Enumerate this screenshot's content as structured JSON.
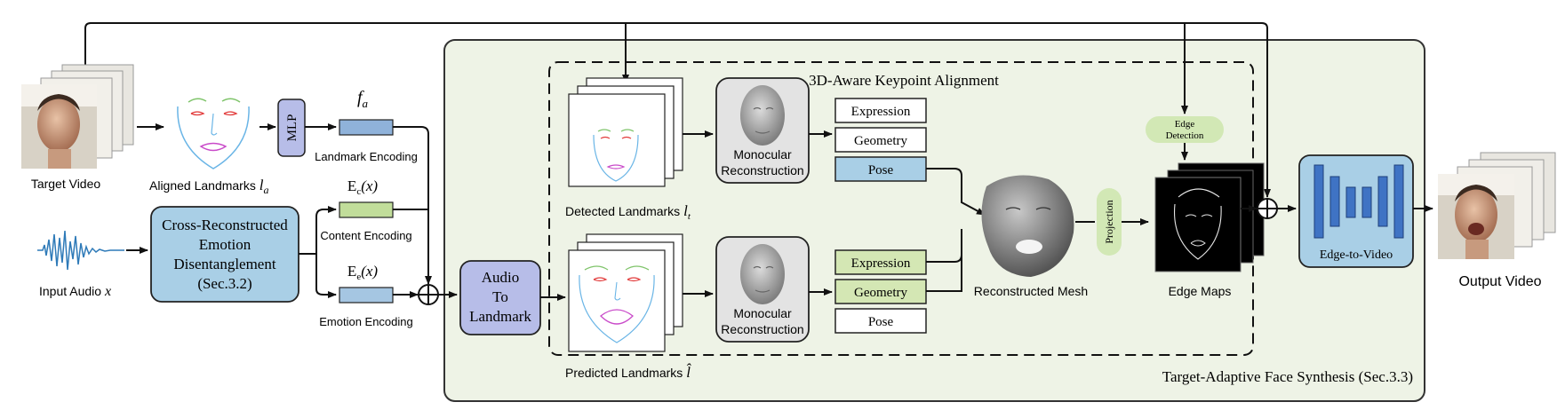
{
  "labels": {
    "target_video": "Target Video",
    "input_audio": "Input Audio ",
    "input_audio_var": "x",
    "aligned_landmarks": "Aligned Landmarks ",
    "aligned_landmarks_var": "l",
    "aligned_landmarks_sub": "a",
    "mlp": "MLP",
    "f_a": "f",
    "f_a_sub": "a",
    "landmark_encoding": "Landmark Encoding",
    "cred_line1": "Cross-Reconstructed",
    "cred_line2": "Emotion",
    "cred_line3": "Disentanglement",
    "cred_line4": "(Sec.3.2)",
    "ec_label": "E",
    "ec_sub": "c",
    "ec_arg": "(x)",
    "content_encoding": "Content Encoding",
    "ee_label": "E",
    "ee_sub": "e",
    "ee_arg": "(x)",
    "emotion_encoding": "Emotion Encoding",
    "a2l_line1": "Audio",
    "a2l_line2": "To",
    "a2l_line3": "Landmark",
    "keypoint_alignment_title": "3D-Aware Keypoint Alignment",
    "detected_landmarks": "Detected Landmarks ",
    "detected_landmarks_var": "l",
    "detected_landmarks_sub": "t",
    "predicted_landmarks": "Predicted Landmarks ",
    "predicted_landmarks_var": "l̂",
    "mono_recon_line1": "Monocular",
    "mono_recon_line2": "Reconstruction",
    "expression": "Expression",
    "geometry": "Geometry",
    "pose": "Pose",
    "reconstructed_mesh": "Reconstructed Mesh",
    "projection": "Projection",
    "edge_detection_line1": "Edge",
    "edge_detection_line2": "Detection",
    "edge_maps": "Edge Maps",
    "edge_to_video": "Edge-to-Video",
    "output_video": "Output Video",
    "synthesis_title": "Target-Adaptive Face Synthesis (Sec.3.3)"
  },
  "colors": {
    "panel_bg": "#eef3e6",
    "blue_box": "#a9cfe6",
    "lavender_box": "#b7bde8",
    "green_box": "#d4e7b4",
    "enc_blue": "#8fb2da",
    "enc_green": "#c1dd9a",
    "enc_lblue": "#a5c6e2",
    "edge_green": "#d2e8b5",
    "network_blue": "#3f73c4",
    "audio_wave": "#2e7ab8"
  }
}
